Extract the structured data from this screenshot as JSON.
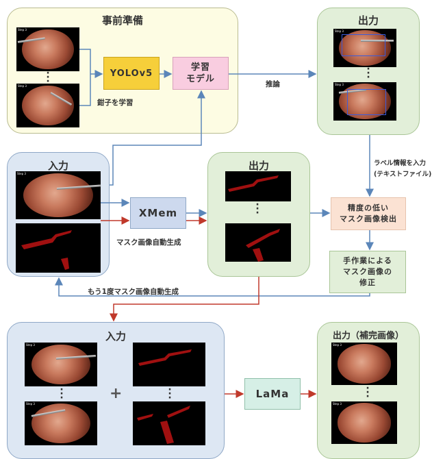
{
  "prep": {
    "title": "事前準備",
    "clamp_label": "鉗子を学習"
  },
  "yolo": {
    "label": "YOLOv5"
  },
  "model": {
    "line1": "学習",
    "line2": "モデル"
  },
  "inference_label": "推論",
  "output_top": {
    "title": "出力"
  },
  "label_info": {
    "line1": "ラベル情報を入力",
    "line2": "(テキストファイル)"
  },
  "input_mid": {
    "title": "入力"
  },
  "xmem": {
    "label": "XMem"
  },
  "auto_mask_label": "マスク画像自動生成",
  "output_mid": {
    "title": "出力"
  },
  "low_precision": {
    "line1": "精度の低い",
    "line2": "マスク画像検出"
  },
  "manual_fix": {
    "line1": "手作業による",
    "line2": "マスク画像の",
    "line3": "修正"
  },
  "regen_label": "もう1度マスク画像自動生成",
  "input_bottom": {
    "title": "入力"
  },
  "plus": "+",
  "lama": {
    "label": "LaMa"
  },
  "output_bottom": {
    "title": "出力（補完画像）"
  },
  "frame_tag": "Step 3",
  "colors": {
    "arrow_blue": "#5b86b9",
    "arrow_red": "#c0392b",
    "yolo_fill": "#f6cf3a",
    "model_fill": "#f9cde0",
    "xmem_fill": "#cdd9ee",
    "detect_fill": "#fbe2d3",
    "lama_fill": "#d6efe6",
    "mask_red": "#a01010"
  }
}
